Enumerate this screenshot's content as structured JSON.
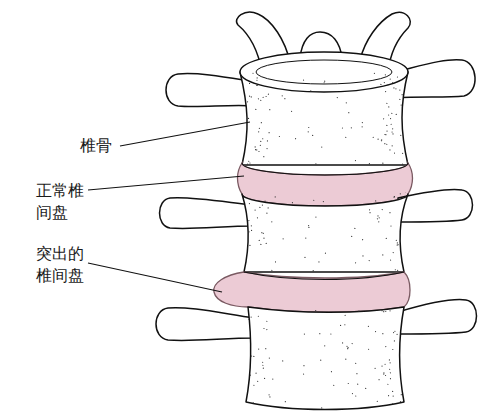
{
  "diagram": {
    "labels": [
      "椎骨",
      "正常椎间盘",
      "突出的椎间盘"
    ]
  }
}
